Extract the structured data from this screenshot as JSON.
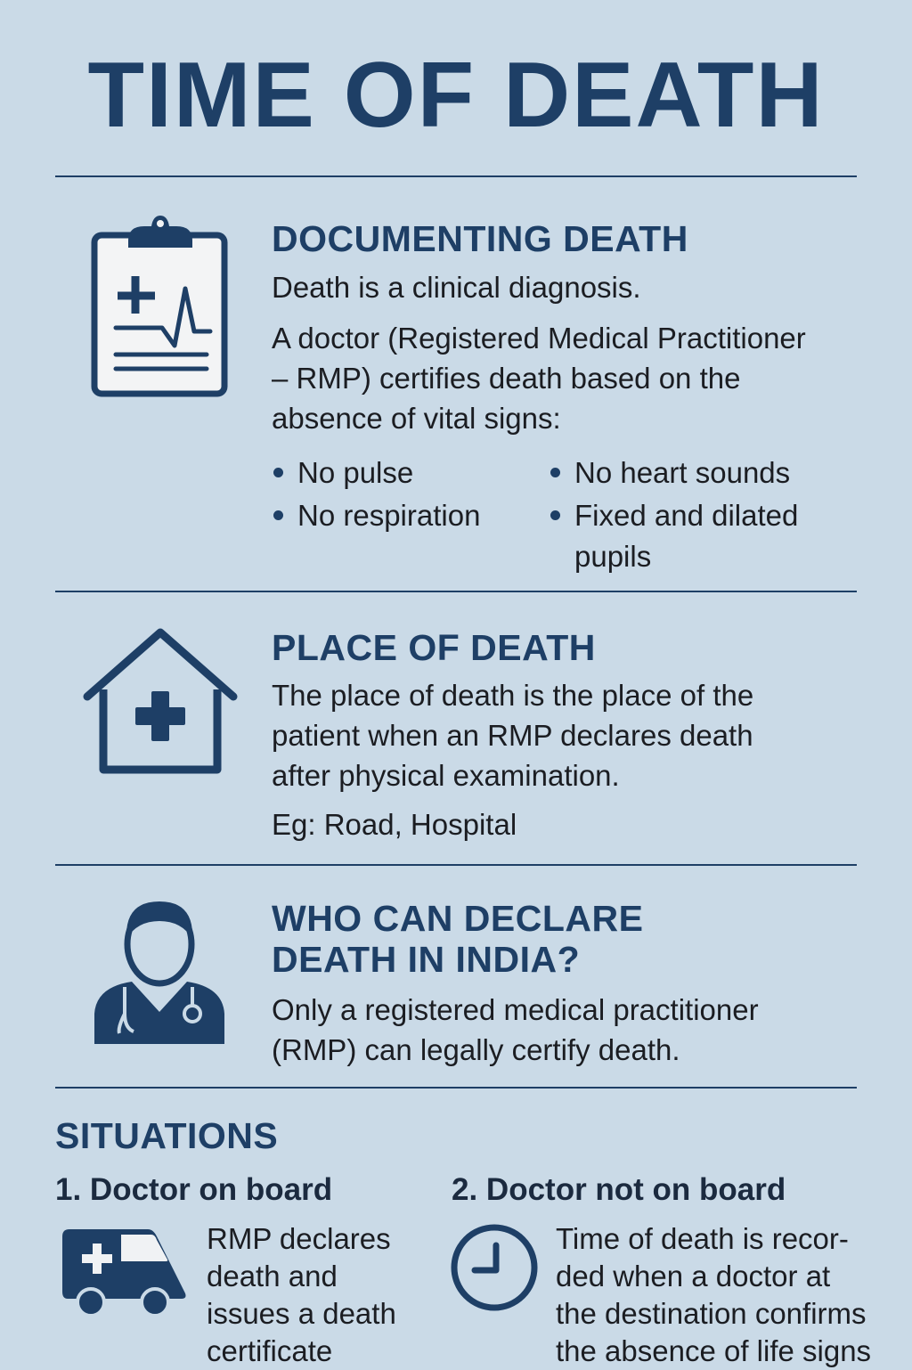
{
  "title": "TIME OF DEATH",
  "colors": {
    "background": "#cadae7",
    "accent": "#1e3f66"
  },
  "sections": {
    "documenting": {
      "icon": "clipboard-medical-icon",
      "heading": "DOCUMENTING DEATH",
      "intro": "Death is a clinical diagnosis.",
      "body_lines": [
        "A doctor (Registered Medical Practitioner",
        "– RMP) certifies death based on the",
        "absence of vital signs:"
      ],
      "bullets_left": [
        "No pulse",
        "No respiration"
      ],
      "bullets_right": [
        "No heart sounds",
        "Fixed and dilated"
      ],
      "bullets_right_cont": "pupils"
    },
    "place": {
      "icon": "house-medical-icon",
      "heading": "PLACE OF DEATH",
      "body_lines": [
        "The place of death is the place of the",
        "patient when an RMP declares death",
        "after physical examination."
      ],
      "example": "Eg: Road, Hospital"
    },
    "who": {
      "icon": "doctor-icon",
      "heading_lines": [
        "WHO CAN DECLARE",
        "DEATH IN INDIA?"
      ],
      "body_lines": [
        "Only a registered medical practitioner",
        "(RMP) can legally certify death."
      ]
    },
    "situations": {
      "heading": "SITUATIONS",
      "items": [
        {
          "title": "1. Doctor on board",
          "icon": "ambulance-icon",
          "lines": [
            "RMP declares",
            "death and",
            "issues a death",
            "certificate"
          ]
        },
        {
          "title": "2. Doctor not on board",
          "icon": "clock-icon",
          "lines": [
            "Time of death is recor-",
            "ded when a doctor at",
            "the destination confirms",
            "the absence of life signs"
          ]
        }
      ]
    }
  }
}
